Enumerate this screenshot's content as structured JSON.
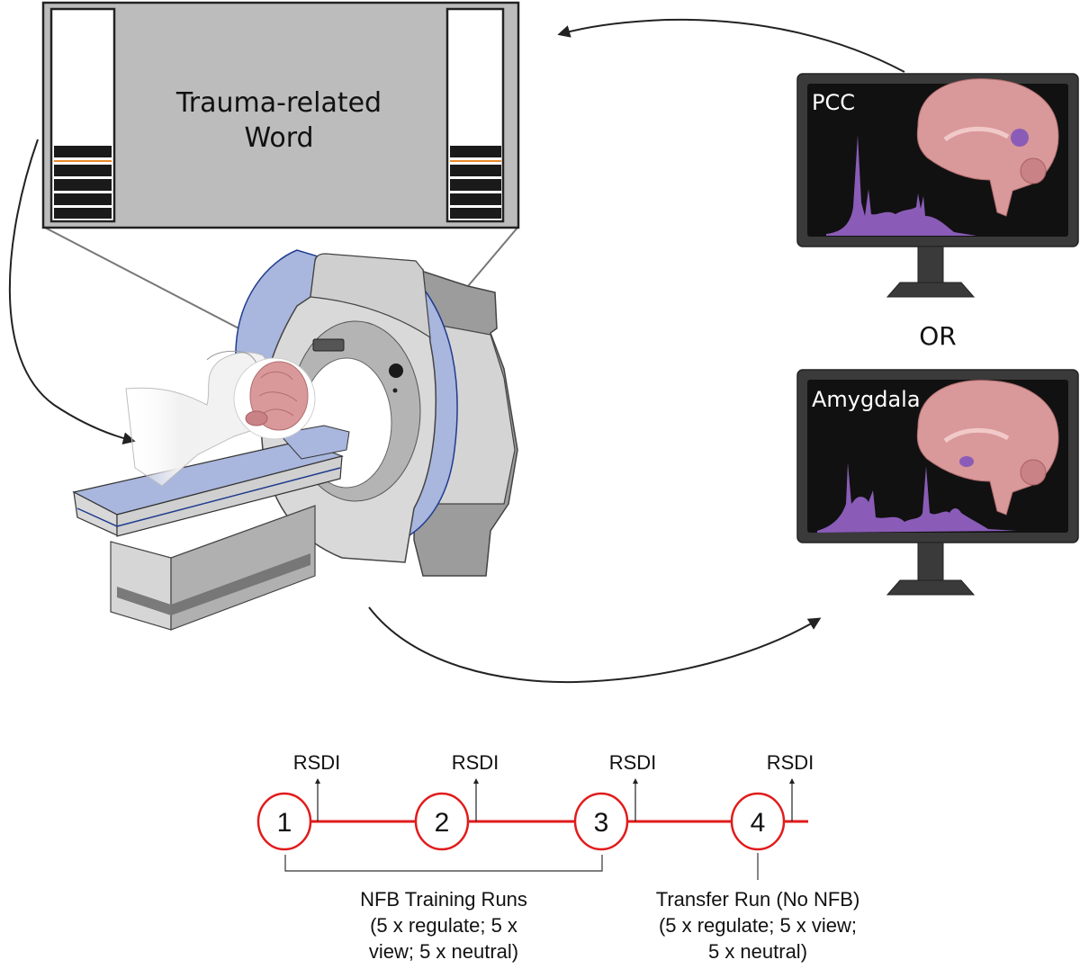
{
  "stimulus_screen": {
    "word_line1": "Trauma-related",
    "word_line2": "Word",
    "feedback_bars": {
      "segments": 5,
      "threshold_marker_color": "#e8892b"
    }
  },
  "monitors": [
    {
      "label": "PCC",
      "region_color": "#8a5cb8"
    },
    {
      "label": "Amygdala",
      "region_color": "#8a5cb8"
    }
  ],
  "separator_text": "OR",
  "timeline": {
    "line_color": "#e11b1b",
    "measure_label": "RSDI",
    "runs": [
      {
        "number": "1"
      },
      {
        "number": "2"
      },
      {
        "number": "3"
      },
      {
        "number": "4"
      }
    ],
    "groups": [
      {
        "title": "NFB Training Runs",
        "line2": "(5 x regulate; 5 x",
        "line3": "view; 5 x neutral)"
      },
      {
        "title": "Transfer Run (No NFB)",
        "line2": "(5 x regulate; 5 x view;",
        "line3": "5 x neutral)"
      }
    ]
  },
  "colors": {
    "screen_gray": "#bcbcbc",
    "scanner_blue": "#a9b6dd",
    "brain_pink": "#d9999a",
    "signal_purple": "#8a5cb8"
  }
}
